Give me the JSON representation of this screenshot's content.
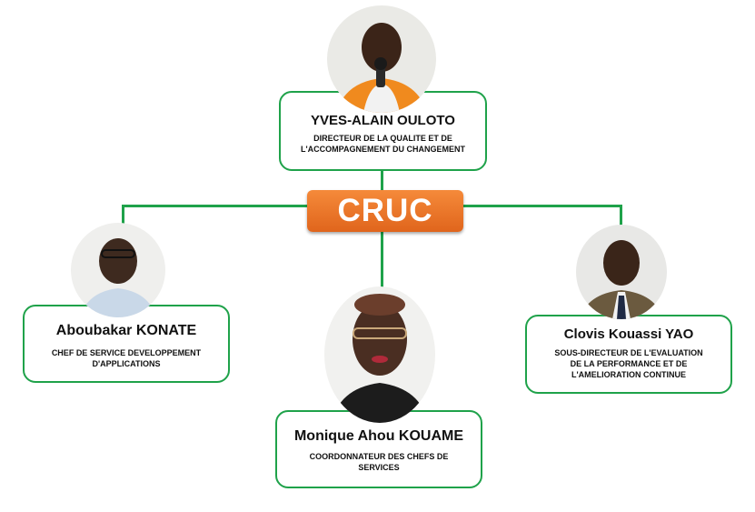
{
  "center": {
    "label": "CRUC"
  },
  "people": [
    {
      "id": "top",
      "name": "YVES-ALAIN OULOTO",
      "role_lines": [
        "DIRECTEUR DE LA QUALITE ET DE",
        "L'ACCOMPAGNEMENT DU CHANGEMENT"
      ],
      "photo": "portrait-man-speaking-microphone"
    },
    {
      "id": "left",
      "name": "Aboubakar KONATE",
      "role_lines": [
        "CHEF DE SERVICE DEVELOPPEMENT",
        "D'APPLICATIONS"
      ],
      "photo": "portrait-man-glasses"
    },
    {
      "id": "middle",
      "name": "Monique Ahou KOUAME",
      "role_lines": [
        "COORDONNATEUR DES CHEFS DE",
        "SERVICES"
      ],
      "photo": "portrait-woman-glasses"
    },
    {
      "id": "right",
      "name": "Clovis Kouassi YAO",
      "role_lines": [
        "SOUS-DIRECTEUR DE L'EVALUATION",
        "DE LA PERFORMANCE ET DE",
        "L'AMELIORATION CONTINUE"
      ],
      "photo": "portrait-man-suit"
    }
  ],
  "colors": {
    "connector": "#1fa24a",
    "badge": "#ef7a2a",
    "badge_text": "#ffffff"
  }
}
